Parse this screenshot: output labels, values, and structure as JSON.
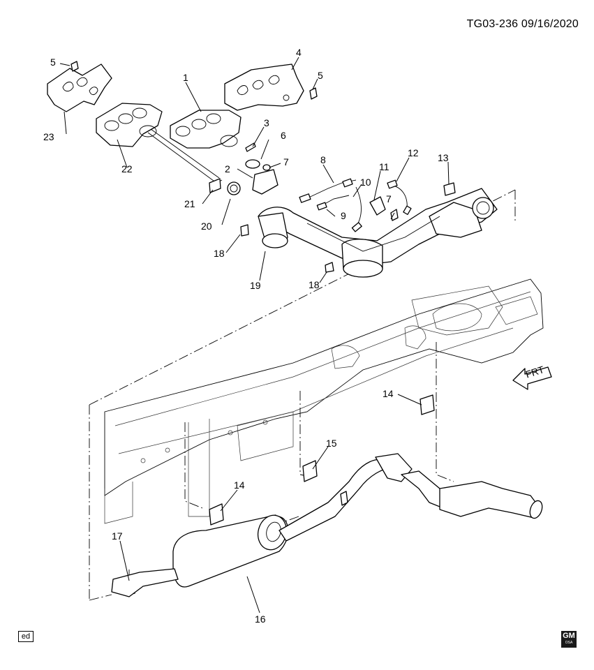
{
  "header": {
    "code": "TG03-236",
    "date": "09/16/2020"
  },
  "footer": {
    "tag": "ed",
    "logo": "GM",
    "logo_sub": "OSA"
  },
  "direction": {
    "label": "FRT",
    "icon": "front-direction-arrow-icon"
  },
  "callouts": [
    "1",
    "2",
    "3",
    "4",
    "5",
    "5",
    "6",
    "7",
    "7",
    "8",
    "9",
    "10",
    "11",
    "12",
    "13",
    "14",
    "14",
    "15",
    "16",
    "17",
    "18",
    "18",
    "19",
    "20",
    "21",
    "22",
    "23"
  ]
}
